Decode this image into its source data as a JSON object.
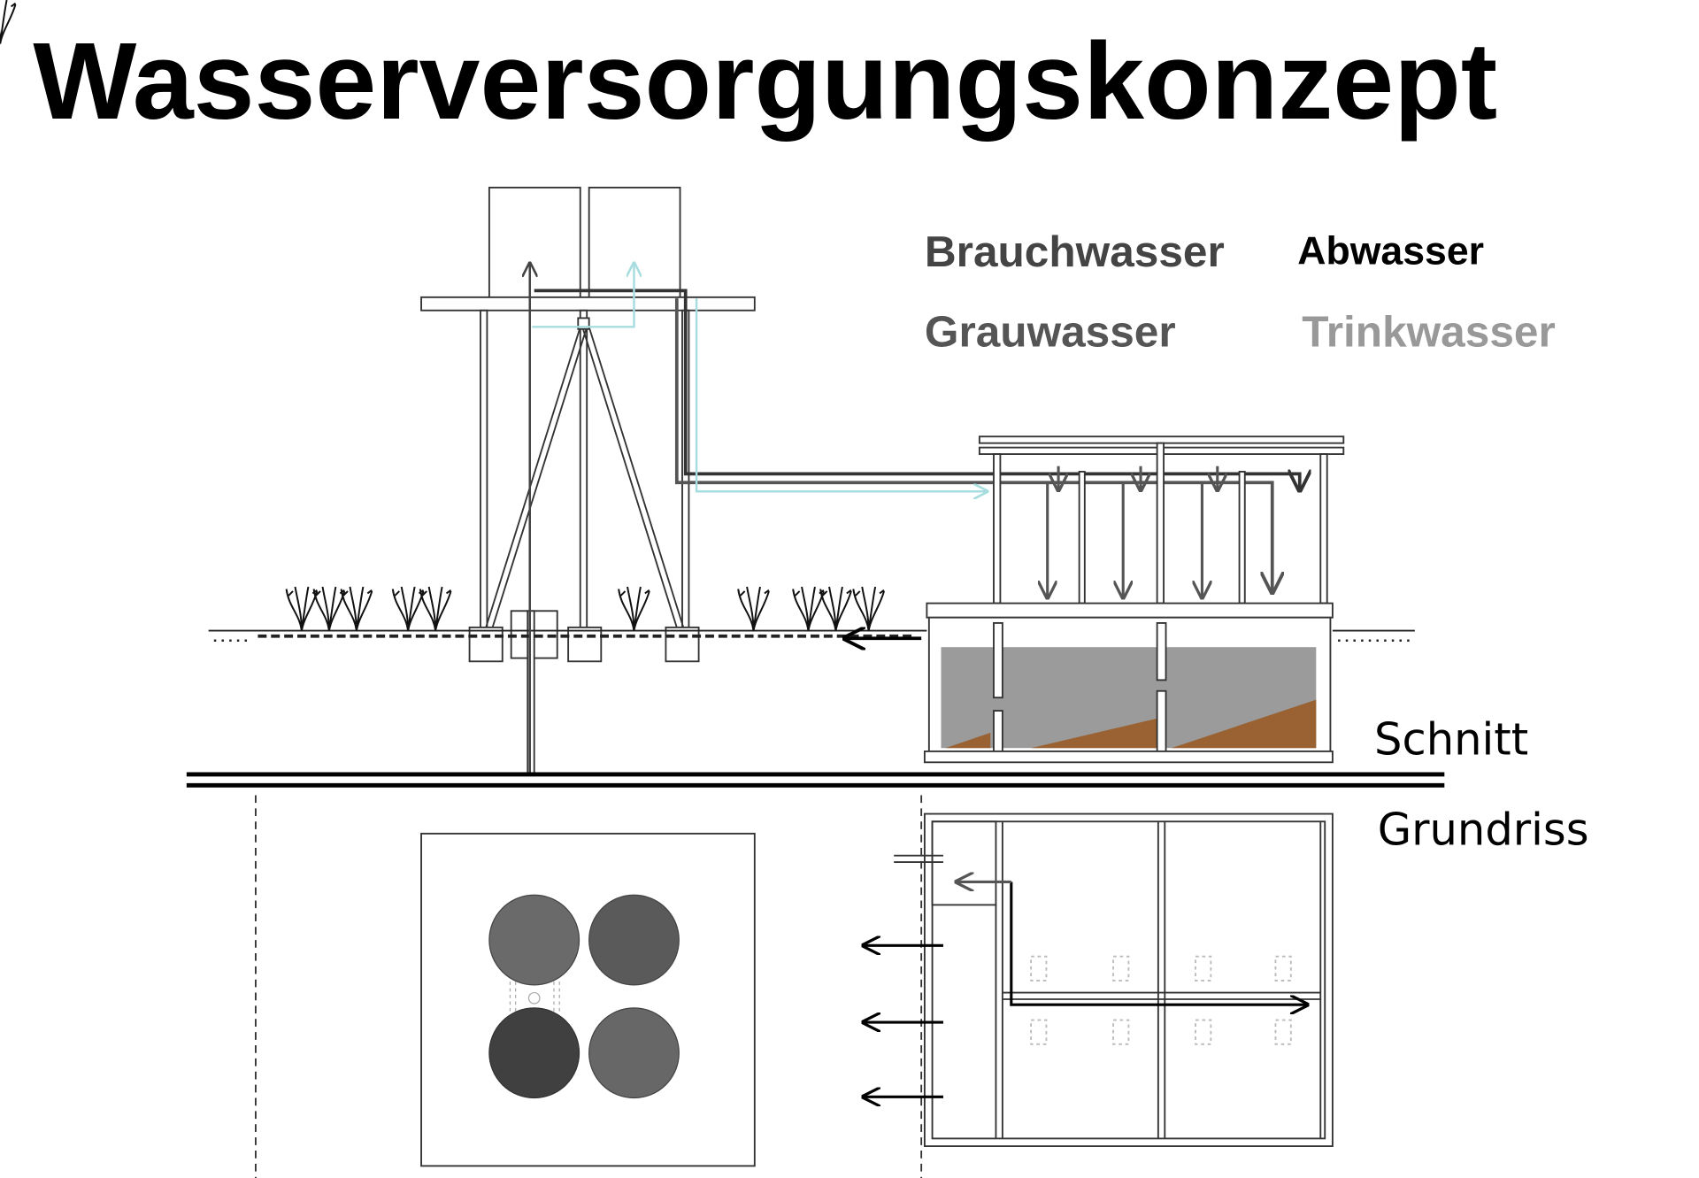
{
  "title": "Wasserversorgungskonzept",
  "legend": {
    "brauchwasser": "Brauchwasser",
    "abwasser": "Abwasser",
    "grauwasser": "Grauwasser",
    "trinkwasser": "Trinkwasser"
  },
  "labels": {
    "section": "Schnitt",
    "plan": "Grundriss"
  },
  "colors": {
    "brauchwasser": "#444444",
    "abwasser": "#000000",
    "grauwasser": "#555555",
    "trinkwasser": "#999999",
    "trinkwasser_pipe": "#a8dde0",
    "water": "#9b9b9b",
    "sediment": "#9a6232"
  }
}
